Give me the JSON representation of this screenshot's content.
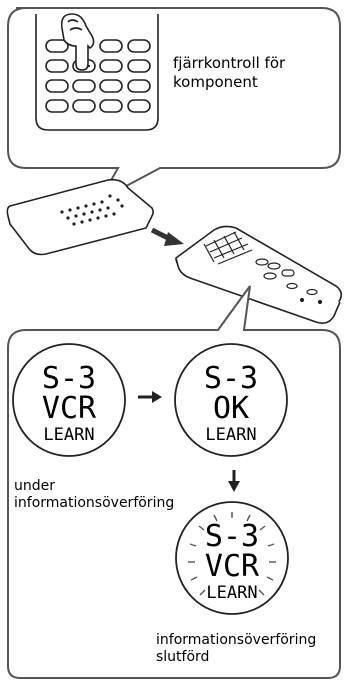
{
  "top_callout": {
    "label": "fjärrkontroll för\nkomponent"
  },
  "displays": [
    {
      "line1": "S-3",
      "line2": "VCR",
      "line3": "LEARN"
    },
    {
      "line1": "S-3",
      "line2": "OK",
      "line3": "LEARN"
    },
    {
      "line1": "S-3",
      "line2": "VCR",
      "line3": "LEARN"
    }
  ],
  "captions": {
    "transferring": "under\ninformationsöverföring",
    "completed": "informationsöverföring\nslutförd"
  },
  "colors": {
    "line": "#555555",
    "panel_fill": "#ffffff",
    "remote_fill": "#ffffff",
    "arrow": "#222222"
  }
}
